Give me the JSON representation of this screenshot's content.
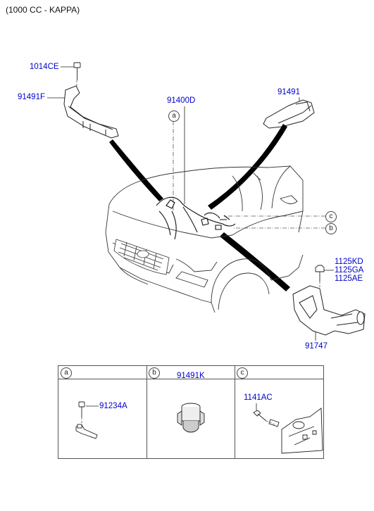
{
  "header": {
    "title": "(1000 CC - KAPPA)"
  },
  "labels": {
    "bolt_top": "1014CE",
    "bracket_left": "91491F",
    "harness": "91400D",
    "bracket_right": "91491",
    "bolt_right_1": "1125KD",
    "bolt_right_2": "1125GA",
    "bolt_right_3": "1125AE",
    "box_bottom": "91747"
  },
  "callouts": {
    "a": "a",
    "b": "b",
    "c": "c"
  },
  "table": {
    "headers": [
      "a",
      "b",
      "c"
    ],
    "b_title": "91491K",
    "a_part": "91234A",
    "c_part": "1141AC"
  },
  "colors": {
    "label": "#0000cc",
    "line": "#222222"
  }
}
